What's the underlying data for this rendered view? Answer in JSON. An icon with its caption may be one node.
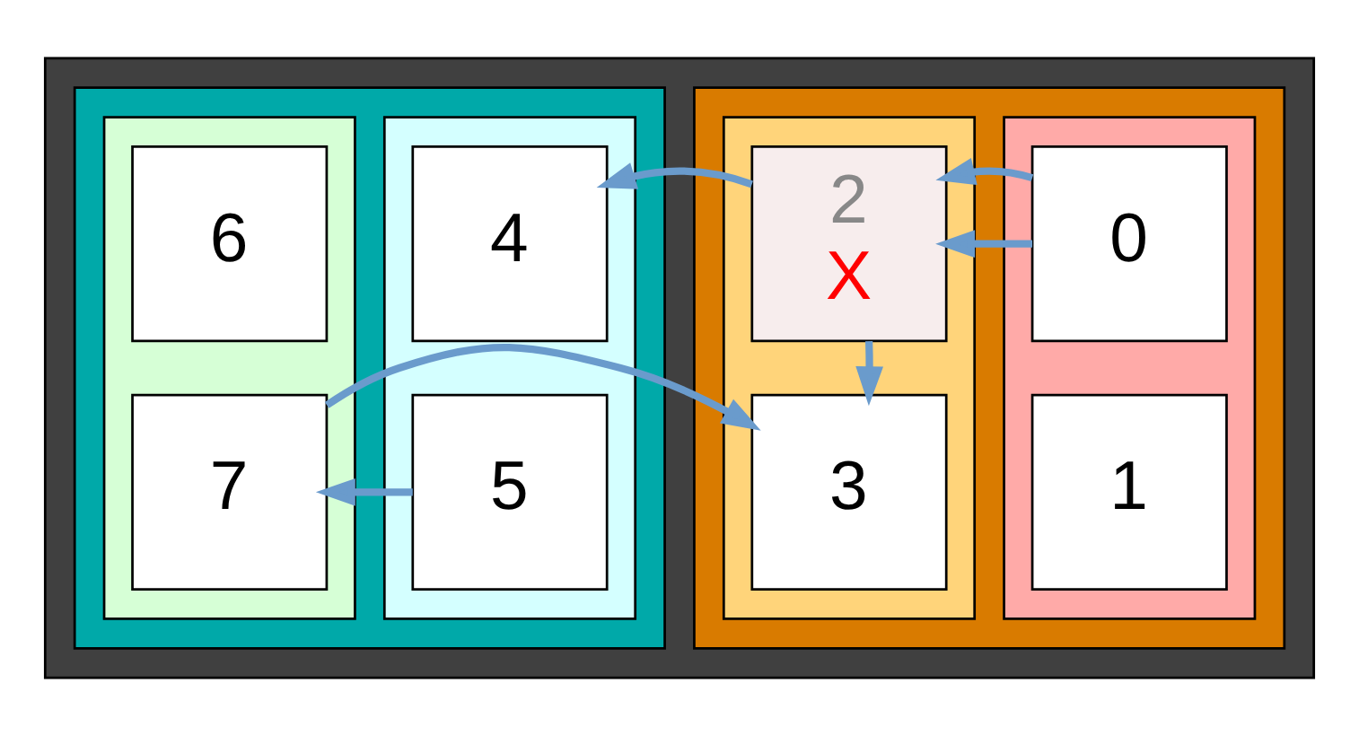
{
  "diagram": {
    "nodes": [
      {
        "text": [],
        "shape": "box"
      },
      {
        "text": [],
        "shape": "box",
        "in": 0
      },
      {
        "text": [],
        "shape": "box",
        "in": 1
      },
      {
        "text": [
          "0"
        ],
        "in": 2
      },
      {
        "text": [
          "1"
        ],
        "in": 2
      },
      {
        "text": [],
        "shape": "box",
        "in": 1
      },
      {
        "text": [
          "2",
          "X"
        ],
        "in": 5
      },
      {
        "text": [
          "3"
        ],
        "in": 5
      },
      {
        "text": [],
        "shape": "box",
        "in": 0
      },
      {
        "text": [],
        "shape": "box",
        "in": 8
      },
      {
        "text": [
          "4"
        ],
        "in": 9
      },
      {
        "text": [
          "5"
        ],
        "in": 9
      },
      {
        "text": [],
        "shape": "box",
        "in": 8
      },
      {
        "text": [
          "6"
        ],
        "in": 12
      },
      {
        "text": [
          "7"
        ],
        "in": 12
      }
    ],
    "edges": [
      {
        "from": 3,
        "to": 6,
        "arrow": "to"
      },
      {
        "from": 3,
        "to": 6,
        "arrow": "to"
      },
      {
        "from": 6,
        "to": 10,
        "arrow": "to"
      },
      {
        "from": 6,
        "to": 7,
        "arrow": "to"
      },
      {
        "from": 11,
        "to": 14,
        "arrow": "to"
      },
      {
        "from": 14,
        "to": 7,
        "arrow": "to"
      }
    ]
  }
}
